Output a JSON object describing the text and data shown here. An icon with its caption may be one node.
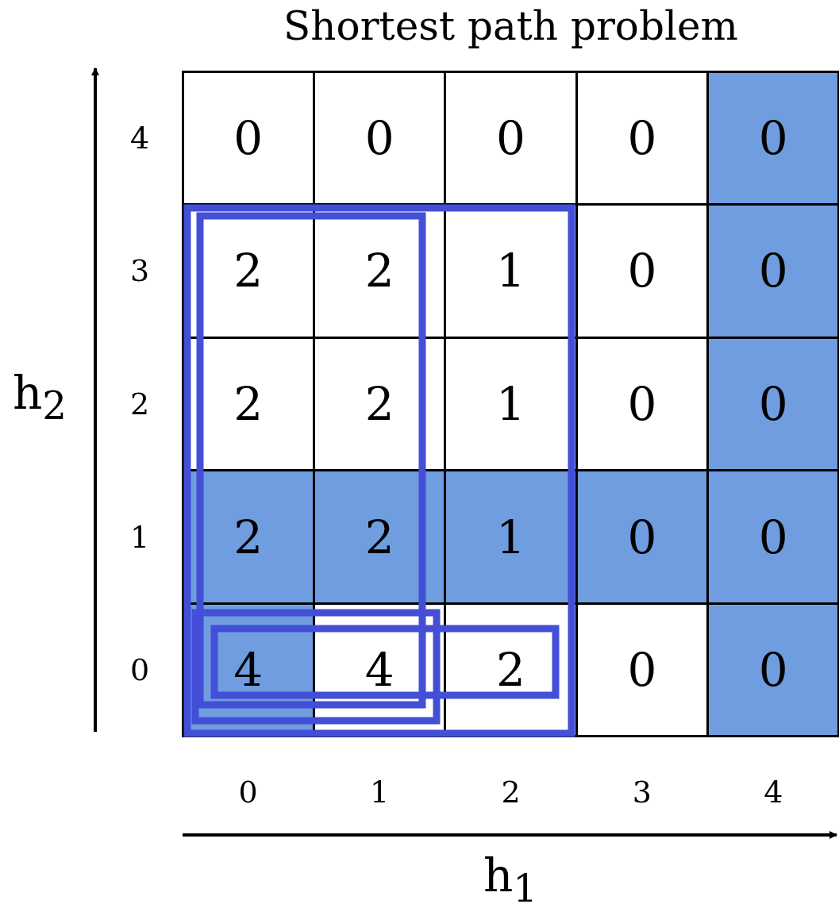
{
  "diagram": {
    "title": "Shortest path problem",
    "labels": [
      "4",
      "0",
      "0",
      "0",
      "0",
      "0",
      "3",
      "2",
      "2",
      "1",
      "0",
      "0",
      "h$_{2}$",
      "2",
      "2",
      "2",
      "1",
      "0",
      "0",
      "1",
      "2",
      "2",
      "1",
      "0",
      "0",
      "0",
      "4",
      "4",
      "2",
      "0",
      "0",
      "0",
      "1",
      "2",
      "3",
      "4",
      "h$_{1}$"
    ]
  }
}
